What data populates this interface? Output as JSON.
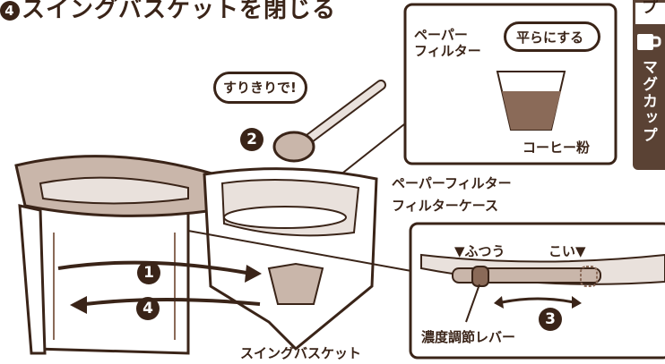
{
  "heading": {
    "step": "4",
    "text": "スイングバスケットを閉じる"
  },
  "sidebar": {
    "top_text": "プ",
    "label": "マグカップ"
  },
  "tip": {
    "bubble": "すりきりで!",
    "step": "2"
  },
  "inset_top": {
    "bubble": "平らにする",
    "paper_filter": "ペーパー\nフィルター",
    "powder": "コーヒー粉"
  },
  "callouts": {
    "paper_filter": "ペーパーフィルター",
    "filter_case": "フィルターケース",
    "basket": "スイングバスケット",
    "lever": "濃度調節レバー"
  },
  "inset_bottom": {
    "scale_normal": "▼ふつう",
    "scale_strong": "こい▼",
    "step": "3"
  },
  "arrows": {
    "close_step": "1",
    "open_step": "4"
  },
  "colors": {
    "ink": "#3a2418",
    "brown": "#5a4234",
    "mid": "#8a6a58",
    "light": "#c9b6aa",
    "pale": "#e9e1dc"
  }
}
